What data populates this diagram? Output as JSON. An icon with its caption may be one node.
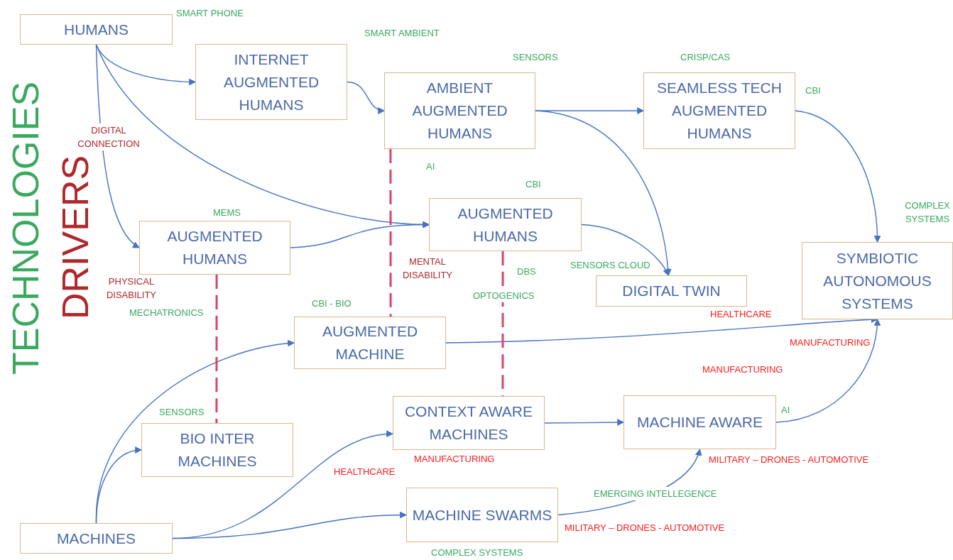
{
  "diagram": {
    "nodes": [
      {
        "text": [
          "HUMANS"
        ]
      },
      {
        "text": [
          "INTERNET AUGMENTED HUMANS"
        ]
      },
      {
        "text": [
          "AMBIENT AUGMENTED HUMANS"
        ]
      },
      {
        "text": [
          "SEAMLESS TECH AUGMENTED HUMANS"
        ]
      },
      {
        "text": [
          "AUGMENTED HUMANS"
        ],
        "beside": [
          "MEMS"
        ]
      },
      {
        "text": [
          "AUGMENTED HUMANS"
        ]
      },
      {
        "text": [
          "DIGITAL TWIN"
        ]
      },
      {
        "text": [
          "SYMBIOTIC AUTONOMOUS SYSTEMS"
        ]
      },
      {
        "text": [
          "AUGMENTED MACHINE"
        ]
      },
      {
        "text": [
          "CONTEXT AWARE MACHINES"
        ]
      },
      {
        "text": [
          "MACHINE AWARE"
        ]
      },
      {
        "text": [
          "BIO INTER MACHINES"
        ],
        "beside": [
          "SENSORS"
        ]
      },
      {
        "text": [
          "MACHINE SWARMS"
        ],
        "beside": [
          "MILITARY – DRONES - AUTOMOTIVE",
          "COMPLEX SYSTEMS"
        ]
      },
      {
        "text": [
          "MACHINES"
        ]
      }
    ],
    "edges": [
      {
        "from": 0,
        "to": 1,
        "arrow": "to"
      },
      {
        "from": 0,
        "to": 4,
        "arrow": "to"
      },
      {
        "from": 0,
        "to": 5,
        "arrow": "to"
      },
      {
        "from": 1,
        "to": 2,
        "arrow": "to"
      },
      {
        "from": 2,
        "to": 3,
        "arrow": "to"
      },
      {
        "from": 2,
        "to": 6,
        "arrow": "to"
      },
      {
        "from": 3,
        "to": 7,
        "arrow": "to"
      },
      {
        "from": 4,
        "to": 5,
        "arrow": "to"
      },
      {
        "from": 5,
        "to": 6,
        "arrow": "to"
      },
      {
        "from": 8,
        "to": 7,
        "arrow": "to"
      },
      {
        "from": 9,
        "to": 10,
        "arrow": "to"
      },
      {
        "from": 10,
        "to": 7,
        "arrow": "to"
      },
      {
        "from": 12,
        "to": 10,
        "arrow": "to"
      },
      {
        "from": 13,
        "to": 8,
        "arrow": "to"
      },
      {
        "from": 13,
        "to": 11,
        "arrow": "to"
      },
      {
        "from": 13,
        "to": 9,
        "arrow": "to"
      },
      {
        "from": 13,
        "to": 12,
        "arrow": "to"
      },
      {
        "from": 2,
        "to": 8,
        "arrow": "none",
        "style": "dashed",
        "color": "#d8456c"
      },
      {
        "from": 4,
        "to": 11,
        "arrow": "none",
        "style": "dashed",
        "color": "#d8456c"
      },
      {
        "from": 5,
        "to": 9,
        "arrow": "none",
        "style": "dashed",
        "color": "#d8456c"
      }
    ],
    "labels": [
      "TECHNOLOGIES",
      "DRIVERS",
      "SMART PHONE",
      "SMART AMBIENT",
      "SENSORS",
      "CRISP/CAS",
      "CBI",
      "DIGITAL CONNECTION",
      "AI",
      "CBI",
      "COMPLEX SYSTEMS",
      "MENTAL DISABILITY",
      "DBS",
      "SENSORS CLOUD",
      "PHYSICAL DISABILITY",
      "OPTOGENICS",
      "MECHATRONICS",
      "CBI - BIO",
      "MANUFACTURING",
      "HEALTHCARE",
      "MANUFACTURING",
      "AI",
      "MANUFACTURING",
      "MILITARY – DRONES - AUTOMOTIVE",
      "HEALTHCARE",
      "EMERGING INTELLEGENCE"
    ]
  }
}
